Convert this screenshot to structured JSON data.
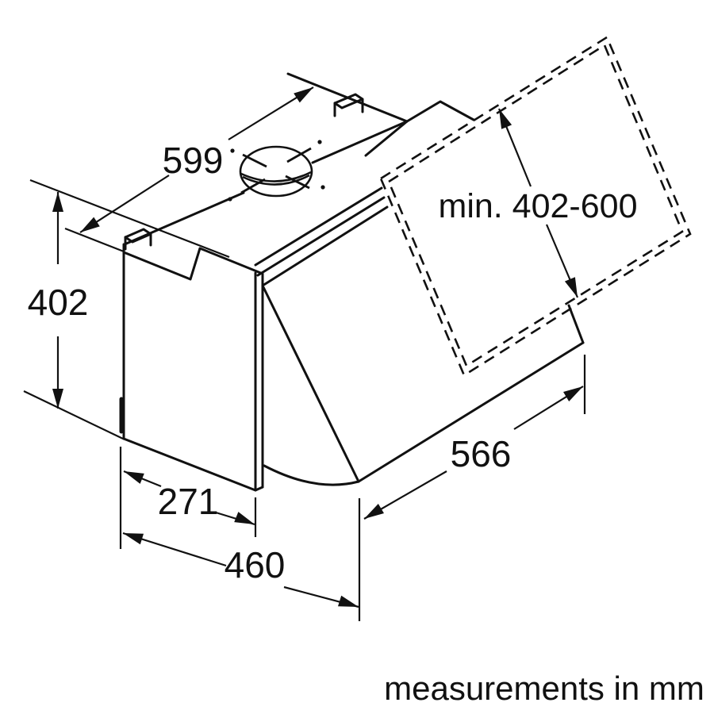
{
  "drawing": {
    "type": "technical-dimension-diagram",
    "subject": "built-in telescopic cooker hood, isometric view",
    "note": "measurements in mm",
    "colors": {
      "line": "#111111",
      "background": "#ffffff"
    },
    "dimensions": {
      "width_top": "599",
      "height_left": "402",
      "back_panel_range": "min. 402-600",
      "width_bottom_right": "566",
      "depth_upper": "271",
      "depth_total": "460"
    }
  }
}
